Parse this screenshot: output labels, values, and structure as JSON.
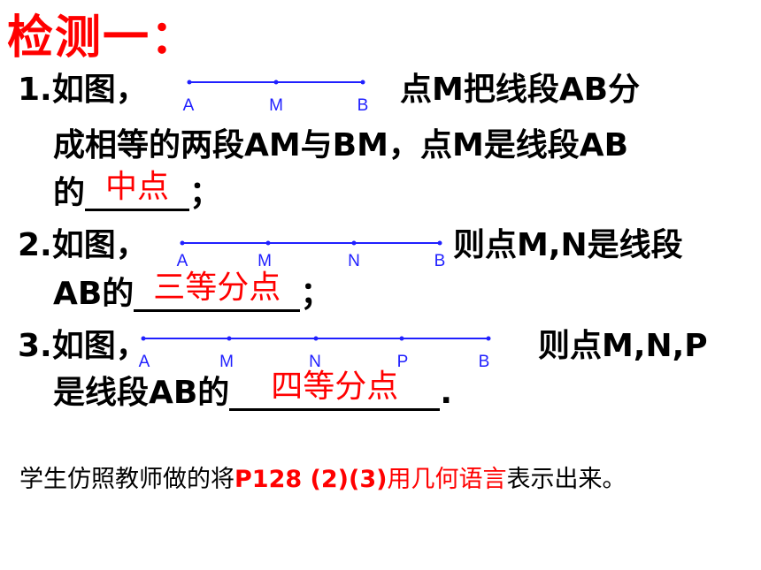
{
  "title": "检测一：",
  "q1": {
    "prefix": "1.如图，",
    "suffix": "点M把线段AB分",
    "line2": "成相等的两段AM与BM，点M是线段AB",
    "line3_prefix": "的",
    "answer": "中点",
    "line3_suffix": "；",
    "labels": [
      "A",
      "M",
      "B"
    ]
  },
  "q2": {
    "prefix": "2.如图，",
    "suffix": "则点M,N是线段",
    "line2_prefix": "AB的",
    "answer": "三等分点",
    "line2_suffix": "；",
    "labels": [
      "A",
      "M",
      "N",
      "B"
    ]
  },
  "q3": {
    "prefix": "3.如图，",
    "suffix": "则点M,N,P",
    "line2_prefix": "是线段AB的",
    "answer": "四等分点",
    "line2_suffix": ".",
    "labels": [
      "A",
      "M",
      "N",
      "P",
      "B"
    ]
  },
  "footer": {
    "part1": "学生仿照教师做的将",
    "part2": "P128 (2)(3)",
    "part3": "用几何语言",
    "part4": "表示出来。"
  },
  "colors": {
    "title": "#ff0000",
    "answer": "#ff0000",
    "segment": "#2020ff"
  }
}
